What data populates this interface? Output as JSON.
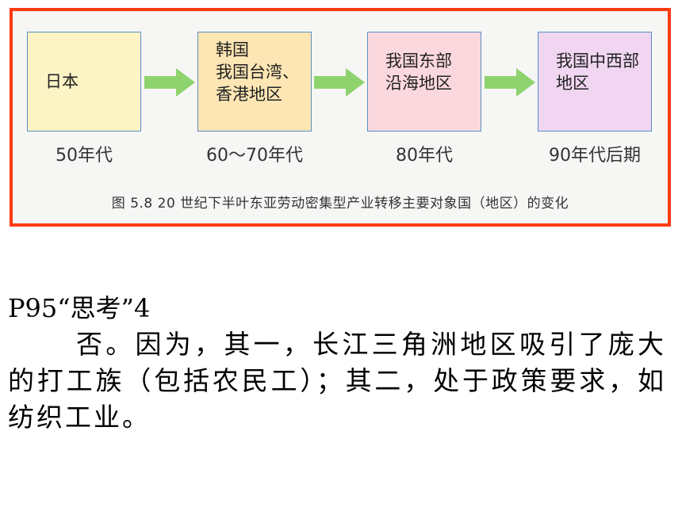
{
  "figure": {
    "stages": [
      {
        "region": "日本",
        "era": "50年代"
      },
      {
        "region": "韩国\n我国台湾、\n香港地区",
        "era": "60～70年代"
      },
      {
        "region": "我国东部\n沿海地区",
        "era": "80年代"
      },
      {
        "region": "我国中西部\n地区",
        "era": "90年代后期"
      }
    ],
    "caption": "图 5.8    20 世纪下半叶东亚劳动密集型产业转移主要对象国（地区）的变化",
    "arrow_color": "#8fd36f",
    "frame_color": "#ff3b12"
  },
  "answer": {
    "heading": "P95“思考”4",
    "body": "否。因为，其一，长江三角洲地区吸引了庞大的打工族（包括农民工）；其二，处于政策要求，如纺织工业。"
  }
}
